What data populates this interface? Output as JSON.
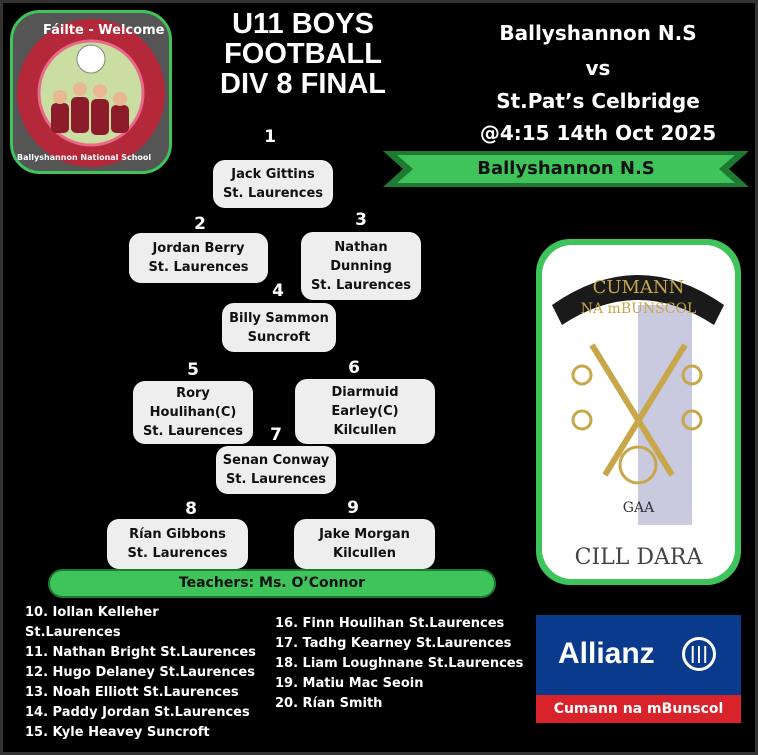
{
  "school_logo": {
    "text_top": "Fáilte - Welcome",
    "text_bottom": "Ballyshannon National School"
  },
  "title": [
    "U11 BOYS",
    "FOOTBALL",
    "DIV 8 FINAL"
  ],
  "match": {
    "home": "Ballyshannon N.S",
    "vs": "vs",
    "away": "St.Pat’s Celbridge",
    "time": "@4:15  14th Oct 2025"
  },
  "banner": "Ballyshannon N.S",
  "players": [
    {
      "num": "1",
      "lines": [
        "Jack Gittins",
        "St. Laurences"
      ]
    },
    {
      "num": "2",
      "lines": [
        "Jordan Berry",
        "St. Laurences"
      ]
    },
    {
      "num": "3",
      "lines": [
        "Nathan",
        "Dunning",
        "St. Laurences"
      ]
    },
    {
      "num": "4",
      "lines": [
        "Billy Sammon",
        "Suncroft"
      ]
    },
    {
      "num": "5",
      "lines": [
        "Rory",
        "Houlihan(C)",
        "St. Laurences"
      ]
    },
    {
      "num": "6",
      "lines": [
        "Diarmuid",
        "Earley(C)",
        "Kilcullen"
      ]
    },
    {
      "num": "7",
      "lines": [
        "Senan Conway",
        "St. Laurences"
      ]
    },
    {
      "num": "8",
      "lines": [
        "Rían Gibbons",
        "St. Laurences"
      ]
    },
    {
      "num": "9",
      "lines": [
        "Jake Morgan",
        "Kilcullen"
      ]
    }
  ],
  "teachers": "Teachers: Ms. O’Connor",
  "subs_left": [
    "10. Iollan Kelleher",
    "St.Laurences",
    "11. Nathan Bright St.Laurences",
    "12. Hugo Delaney St.Laurences",
    "13. Noah Elliott St.Laurences",
    "14. Paddy Jordan St.Laurences",
    "15. Kyle Heavey Suncroft"
  ],
  "subs_right": [
    "16. Finn Houlihan St.Laurences",
    "17. Tadhg Kearney St.Laurences",
    "18. Liam Loughnane St.Laurences",
    "19. Matiu Mac Seoin",
    "20. Rían Smith"
  ],
  "cumann_logo": {
    "top": "CUMANN",
    "arc": "NA mBUNSCOL",
    "gaa": "GAA",
    "bottom": "CILL DARA"
  },
  "sponsor": {
    "name": "Allianz",
    "tagline": "Cumann na mBunscol"
  },
  "colors": {
    "green": "#3ec45a",
    "blue": "#0a3a8c",
    "red": "#d8232a",
    "maroon": "#b5283a"
  }
}
